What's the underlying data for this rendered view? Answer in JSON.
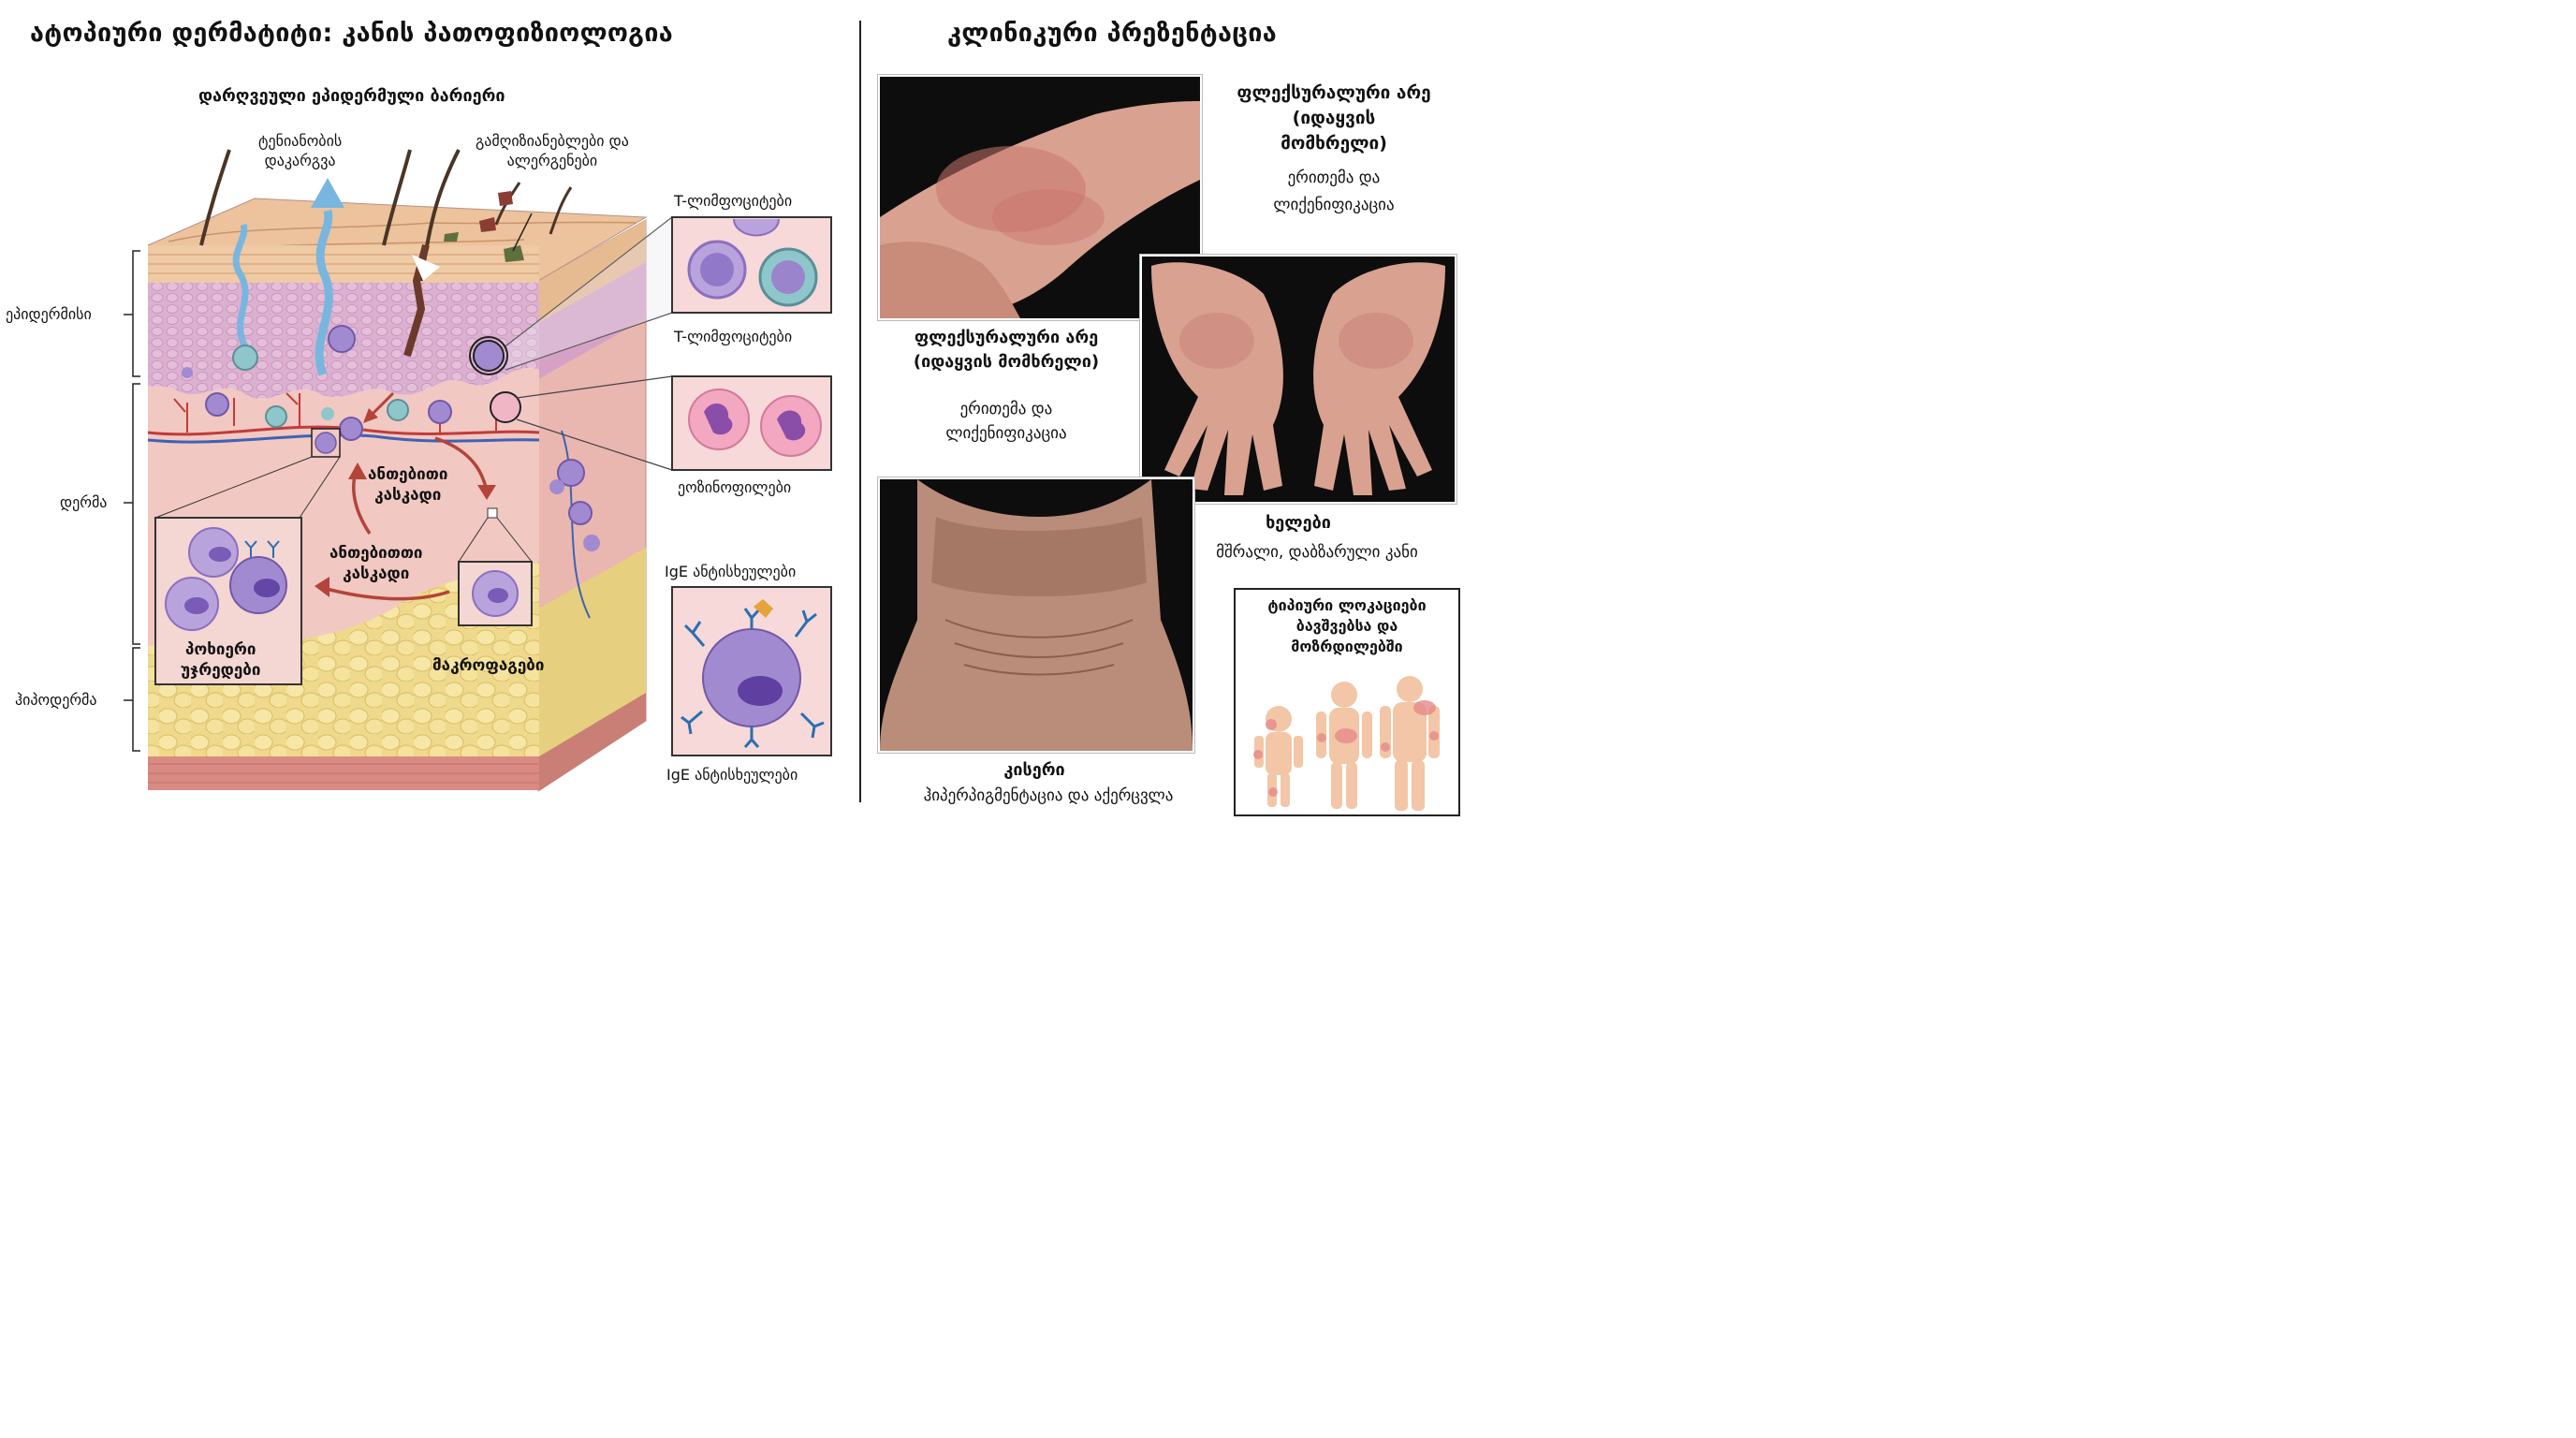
{
  "left": {
    "title": "ატოპიური დერმატიტი: კანის პათოფიზიოლოგია",
    "barrier_title": "დარღვეული ეპიდერმული ბარიერი",
    "labels": {
      "water_loss": [
        "ტენიანობის",
        "დაკარგვა"
      ],
      "irritants": [
        "გამღიზიანებლები და",
        "ალერგენები"
      ],
      "t_cells_top": "T-ლიმფოციტები",
      "t_cells_bottom": "T-ლიმფოციტები",
      "eosinophils": "ეოზინოფილები",
      "ige_top": "IgE ანტისხეულები",
      "ige_bottom": "IgE ანტისხეულები",
      "inflam_1": [
        "ანთებითი",
        "კასკადი"
      ],
      "inflam_2": [
        "ანთებითთი",
        "კასკადი"
      ],
      "mast_cells": [
        "პოხიერი",
        "უჯრედები"
      ],
      "macrophages": "მაკროფაგები"
    },
    "layers": {
      "epidermis": "ეპიდერმისი",
      "dermis": "დერმა",
      "hypodermis": "ჰიპოდერმა"
    }
  },
  "right": {
    "title": "კლინიკური პრეზენტაცია",
    "flexural_side": {
      "title": [
        "ფლექსურალური არე",
        "(იდაყვის",
        "მომხრელი)"
      ],
      "desc": [
        "ერითემა და",
        "ლიქენიფიკაცია"
      ]
    },
    "flexural_caption": {
      "title": [
        "ფლექსურალური არე",
        "(იდაყვის მომხრელი)"
      ],
      "desc": [
        "ერითემა და",
        "ლიქენიფიკაცია"
      ]
    },
    "hands": {
      "title": "ხელები",
      "desc": "მშრალი, დაბზარული კანი"
    },
    "neck": {
      "title": "კისერი",
      "desc": "ჰიპერპიგმენტაცია და აქერცვლა"
    },
    "typical": {
      "title": [
        "ტიპიური ლოკაციები",
        "ბავშვებსა და",
        "მოზრდილებში"
      ]
    }
  },
  "colors": {
    "stratum": "#ecc39c",
    "epidermis": "#dcb0d0",
    "dermis": "#f2c8c2",
    "fat": "#efd98c",
    "cell_purple": "#a28ad0",
    "cell_teal": "#8fc6cc",
    "water_arrow": "#78b6df",
    "cascade_arrow": "#b3443a",
    "skin_photo": "#d9a190",
    "photo_bg": "#111111"
  }
}
